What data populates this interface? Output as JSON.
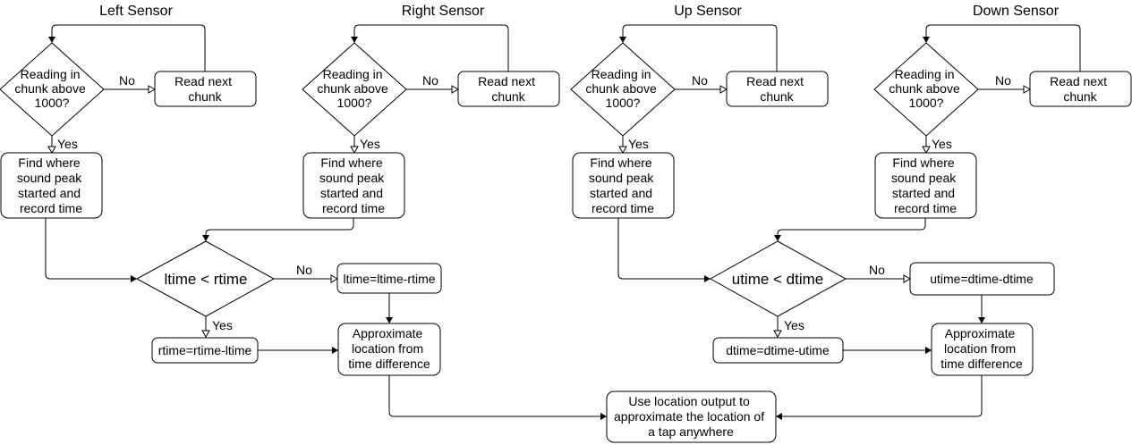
{
  "titles": {
    "left": "Left Sensor",
    "right": "Right Sensor",
    "up": "Up Sensor",
    "down": "Down Sensor"
  },
  "sensors": {
    "left": {
      "decision": [
        "Reading in",
        "chunk above",
        "1000?"
      ],
      "next": [
        "Read next",
        "chunk"
      ],
      "find": [
        "Find where",
        "sound peak",
        "started and",
        "record time"
      ],
      "no": "No",
      "yes": "Yes"
    },
    "right": {
      "decision": [
        "Reading in",
        "chunk above",
        "1000?"
      ],
      "next": [
        "Read next",
        "chunk"
      ],
      "find": [
        "Find where",
        "sound peak",
        "started and",
        "record time"
      ],
      "no": "No",
      "yes": "Yes"
    },
    "up": {
      "decision": [
        "Reading in",
        "chunk above",
        "1000?"
      ],
      "next": [
        "Read next",
        "chunk"
      ],
      "find": [
        "Find where",
        "sound peak",
        "started and",
        "record time"
      ],
      "no": "No",
      "yes": "Yes"
    },
    "down": {
      "decision": [
        "Reading in",
        "chunk above",
        "1000?"
      ],
      "next": [
        "Read next",
        "chunk"
      ],
      "find": [
        "Find where",
        "sound peak",
        "started and",
        "record time"
      ],
      "no": "No",
      "yes": "Yes"
    }
  },
  "horizontal": {
    "compare": "ltime < rtime",
    "no_result": "ltime=ltime-rtime",
    "yes_result": "rtime=rtime-ltime",
    "approx": [
      "Approximate",
      "location from",
      "time difference"
    ],
    "no": "No",
    "yes": "Yes"
  },
  "vertical": {
    "compare": "utime < dtime",
    "no_result": "utime=dtime-dtime",
    "yes_result": "dtime=dtime-utime",
    "approx": [
      "Approximate",
      "location from",
      "time difference"
    ],
    "no": "No",
    "yes": "Yes"
  },
  "final": [
    "Use location output to",
    "approximate the location of",
    "a tap anywhere"
  ]
}
